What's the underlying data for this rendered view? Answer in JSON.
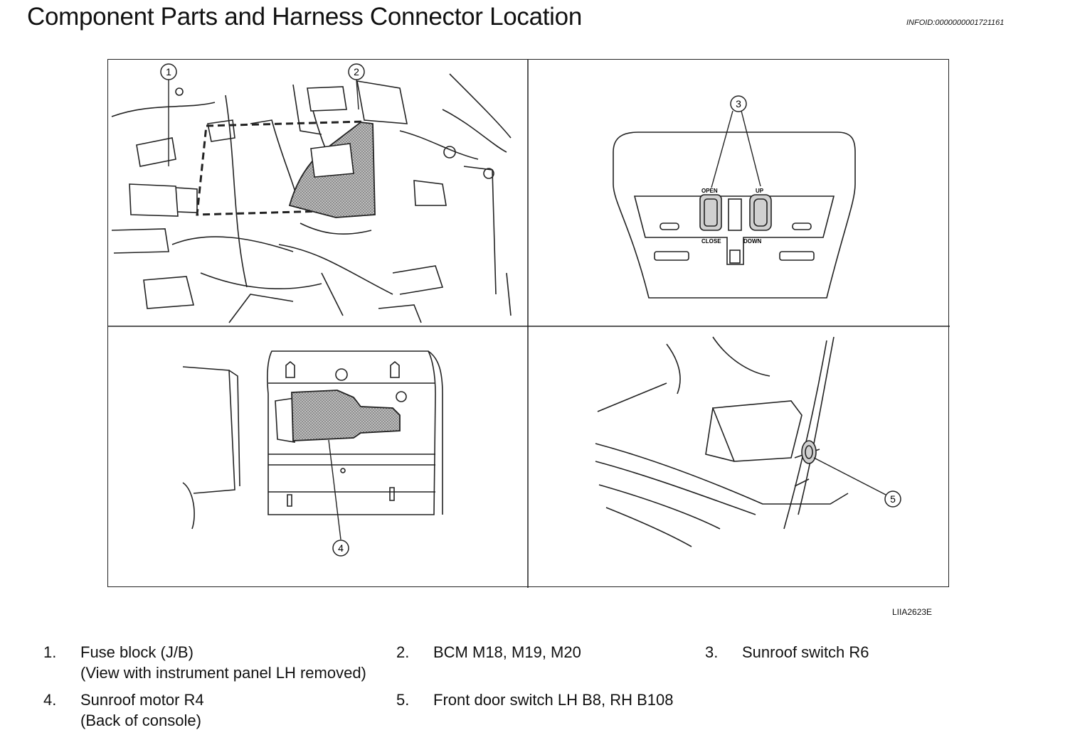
{
  "header": {
    "title": "Component Parts and Harness Connector Location",
    "info_id": "INFOID:0000000001721161"
  },
  "figure": {
    "code": "LIIA2623E",
    "callouts": [
      "1",
      "2",
      "3",
      "4",
      "5"
    ],
    "switch_labels": {
      "open": "OPEN",
      "up": "UP",
      "close": "CLOSE",
      "down": "DOWN"
    }
  },
  "legend": [
    {
      "num": "1.",
      "line1": "Fuse block (J/B)",
      "line2": "(View with instrument panel LH removed)"
    },
    {
      "num": "2.",
      "line1": "BCM M18, M19, M20",
      "line2": ""
    },
    {
      "num": "3.",
      "line1": "Sunroof switch R6",
      "line2": ""
    },
    {
      "num": "4.",
      "line1": "Sunroof motor R4",
      "line2": "(Back of console)"
    },
    {
      "num": "5.",
      "line1": "Front door switch LH B8, RH B108",
      "line2": ""
    }
  ]
}
